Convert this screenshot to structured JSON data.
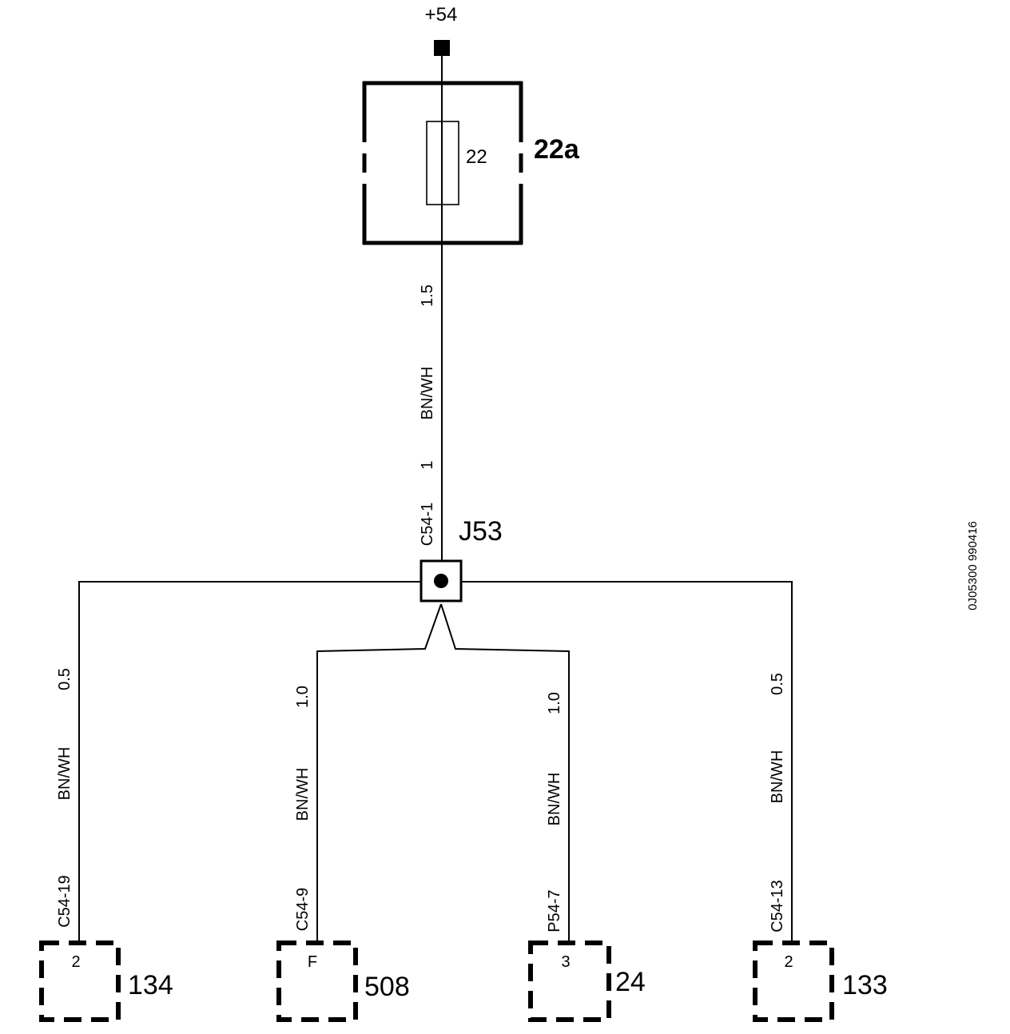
{
  "supply": {
    "label": "+54"
  },
  "fuse_box": {
    "label": "22a",
    "fuse_number": "22"
  },
  "main_wire": {
    "size": "1.5",
    "color": "BN/WH",
    "size_2": "1",
    "connector": "C54-1"
  },
  "junction": {
    "label": "J53"
  },
  "branches": [
    {
      "size": "0.5",
      "color": "BN/WH",
      "connector": "C54-19",
      "pin": "2",
      "component": "134"
    },
    {
      "size": "1.0",
      "color": "BN/WH",
      "connector": "C54-9",
      "pin": "F",
      "component": "508"
    },
    {
      "size": "1.0",
      "color": "BN/WH",
      "connector": "P54-7",
      "pin": "3",
      "component": "24"
    },
    {
      "size": "0.5",
      "color": "BN/WH",
      "connector": "C54-13",
      "pin": "2",
      "component": "133"
    }
  ],
  "reference_code": "0J05300 990416"
}
